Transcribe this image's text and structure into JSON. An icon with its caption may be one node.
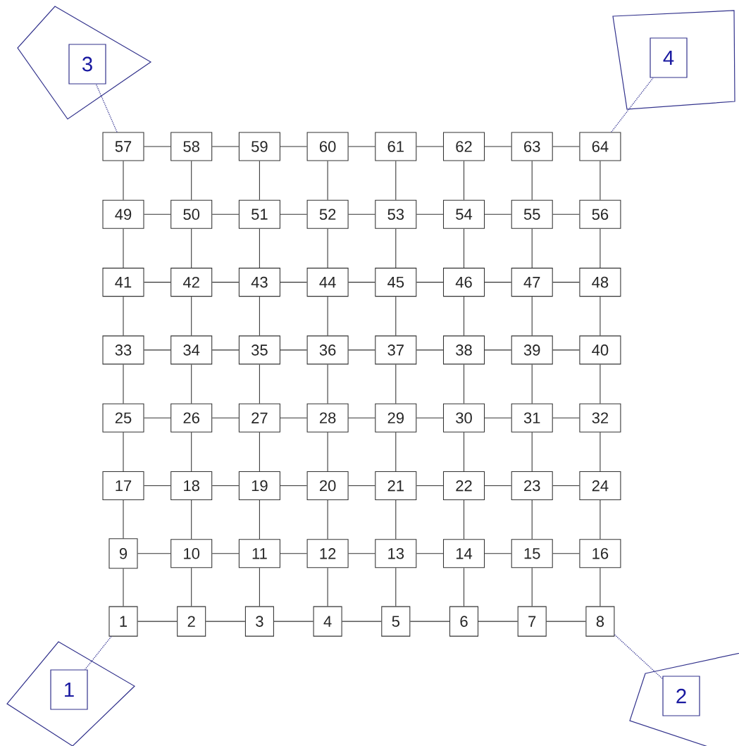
{
  "diagram": {
    "nodes": [
      {
        "text": [],
        "shape": "quadrilateral"
      },
      {
        "text": [
          "3"
        ],
        "in": 0
      },
      {
        "text": [],
        "shape": "quadrilateral"
      },
      {
        "text": [
          "4"
        ],
        "in": 2
      },
      {
        "text": [
          "57"
        ]
      },
      {
        "text": [
          "58"
        ]
      },
      {
        "text": [
          "59"
        ]
      },
      {
        "text": [
          "60"
        ]
      },
      {
        "text": [
          "61"
        ]
      },
      {
        "text": [
          "62"
        ]
      },
      {
        "text": [
          "63"
        ]
      },
      {
        "text": [
          "64"
        ]
      },
      {
        "text": [
          "49"
        ]
      },
      {
        "text": [
          "50"
        ]
      },
      {
        "text": [
          "51"
        ]
      },
      {
        "text": [
          "52"
        ]
      },
      {
        "text": [
          "53"
        ]
      },
      {
        "text": [
          "54"
        ]
      },
      {
        "text": [
          "55"
        ]
      },
      {
        "text": [
          "56"
        ]
      },
      {
        "text": [
          "41"
        ]
      },
      {
        "text": [
          "42"
        ]
      },
      {
        "text": [
          "43"
        ]
      },
      {
        "text": [
          "44"
        ]
      },
      {
        "text": [
          "45"
        ]
      },
      {
        "text": [
          "46"
        ]
      },
      {
        "text": [
          "47"
        ]
      },
      {
        "text": [
          "48"
        ]
      },
      {
        "text": [
          "33"
        ]
      },
      {
        "text": [
          "34"
        ]
      },
      {
        "text": [
          "35"
        ]
      },
      {
        "text": [
          "36"
        ]
      },
      {
        "text": [
          "37"
        ]
      },
      {
        "text": [
          "38"
        ]
      },
      {
        "text": [
          "39"
        ]
      },
      {
        "text": [
          "40"
        ]
      },
      {
        "text": [
          "25"
        ]
      },
      {
        "text": [
          "26"
        ]
      },
      {
        "text": [
          "27"
        ]
      },
      {
        "text": [
          "28"
        ]
      },
      {
        "text": [
          "29"
        ]
      },
      {
        "text": [
          "30"
        ]
      },
      {
        "text": [
          "31"
        ]
      },
      {
        "text": [
          "32"
        ]
      },
      {
        "text": [
          "17"
        ]
      },
      {
        "text": [
          "18"
        ]
      },
      {
        "text": [
          "19"
        ]
      },
      {
        "text": [
          "20"
        ]
      },
      {
        "text": [
          "21"
        ]
      },
      {
        "text": [
          "22"
        ]
      },
      {
        "text": [
          "23"
        ]
      },
      {
        "text": [
          "24"
        ]
      },
      {
        "text": [
          "9"
        ]
      },
      {
        "text": [
          "10"
        ]
      },
      {
        "text": [
          "11"
        ]
      },
      {
        "text": [
          "12"
        ]
      },
      {
        "text": [
          "13"
        ]
      },
      {
        "text": [
          "14"
        ]
      },
      {
        "text": [
          "15"
        ]
      },
      {
        "text": [
          "16"
        ]
      },
      {
        "text": [
          "1"
        ]
      },
      {
        "text": [
          "2"
        ]
      },
      {
        "text": [
          "3"
        ]
      },
      {
        "text": [
          "4"
        ]
      },
      {
        "text": [
          "5"
        ]
      },
      {
        "text": [
          "6"
        ]
      },
      {
        "text": [
          "7"
        ]
      },
      {
        "text": [
          "8"
        ]
      },
      {
        "text": [],
        "shape": "quadrilateral"
      },
      {
        "text": [
          "1"
        ],
        "in": 68
      },
      {
        "text": [],
        "shape": "quadrilateral"
      },
      {
        "text": [
          "2"
        ],
        "in": 70
      }
    ],
    "edges": [
      {
        "from": 4,
        "to": 5,
        "arrow": "none"
      },
      {
        "from": 5,
        "to": 6,
        "arrow": "none"
      },
      {
        "from": 6,
        "to": 7,
        "arrow": "none"
      },
      {
        "from": 7,
        "to": 8,
        "arrow": "none"
      },
      {
        "from": 8,
        "to": 9,
        "arrow": "none"
      },
      {
        "from": 9,
        "to": 10,
        "arrow": "none"
      },
      {
        "from": 10,
        "to": 11,
        "arrow": "none"
      },
      {
        "from": 12,
        "to": 13,
        "arrow": "none"
      },
      {
        "from": 13,
        "to": 14,
        "arrow": "none"
      },
      {
        "from": 14,
        "to": 15,
        "arrow": "none"
      },
      {
        "from": 15,
        "to": 16,
        "arrow": "none"
      },
      {
        "from": 16,
        "to": 17,
        "arrow": "none"
      },
      {
        "from": 17,
        "to": 18,
        "arrow": "none"
      },
      {
        "from": 18,
        "to": 19,
        "arrow": "none"
      },
      {
        "from": 20,
        "to": 21,
        "arrow": "none"
      },
      {
        "from": 21,
        "to": 22,
        "arrow": "none"
      },
      {
        "from": 22,
        "to": 23,
        "arrow": "none"
      },
      {
        "from": 23,
        "to": 24,
        "arrow": "none"
      },
      {
        "from": 24,
        "to": 25,
        "arrow": "none"
      },
      {
        "from": 25,
        "to": 26,
        "arrow": "none"
      },
      {
        "from": 26,
        "to": 27,
        "arrow": "none"
      },
      {
        "from": 28,
        "to": 29,
        "arrow": "none"
      },
      {
        "from": 29,
        "to": 30,
        "arrow": "none"
      },
      {
        "from": 30,
        "to": 31,
        "arrow": "none"
      },
      {
        "from": 31,
        "to": 32,
        "arrow": "none"
      },
      {
        "from": 32,
        "to": 33,
        "arrow": "none"
      },
      {
        "from": 33,
        "to": 34,
        "arrow": "none"
      },
      {
        "from": 34,
        "to": 35,
        "arrow": "none"
      },
      {
        "from": 36,
        "to": 37,
        "arrow": "none"
      },
      {
        "from": 37,
        "to": 38,
        "arrow": "none"
      },
      {
        "from": 38,
        "to": 39,
        "arrow": "none"
      },
      {
        "from": 39,
        "to": 40,
        "arrow": "none"
      },
      {
        "from": 40,
        "to": 41,
        "arrow": "none"
      },
      {
        "from": 41,
        "to": 42,
        "arrow": "none"
      },
      {
        "from": 42,
        "to": 43,
        "arrow": "none"
      },
      {
        "from": 44,
        "to": 45,
        "arrow": "none"
      },
      {
        "from": 45,
        "to": 46,
        "arrow": "none"
      },
      {
        "from": 46,
        "to": 47,
        "arrow": "none"
      },
      {
        "from": 47,
        "to": 48,
        "arrow": "none"
      },
      {
        "from": 48,
        "to": 49,
        "arrow": "none"
      },
      {
        "from": 49,
        "to": 50,
        "arrow": "none"
      },
      {
        "from": 50,
        "to": 51,
        "arrow": "none"
      },
      {
        "from": 52,
        "to": 53,
        "arrow": "none"
      },
      {
        "from": 53,
        "to": 54,
        "arrow": "none"
      },
      {
        "from": 54,
        "to": 55,
        "arrow": "none"
      },
      {
        "from": 55,
        "to": 56,
        "arrow": "none"
      },
      {
        "from": 56,
        "to": 57,
        "arrow": "none"
      },
      {
        "from": 57,
        "to": 58,
        "arrow": "none"
      },
      {
        "from": 58,
        "to": 59,
        "arrow": "none"
      },
      {
        "from": 60,
        "to": 61,
        "arrow": "none"
      },
      {
        "from": 61,
        "to": 62,
        "arrow": "none"
      },
      {
        "from": 62,
        "to": 63,
        "arrow": "none"
      },
      {
        "from": 63,
        "to": 64,
        "arrow": "none"
      },
      {
        "from": 64,
        "to": 65,
        "arrow": "none"
      },
      {
        "from": 65,
        "to": 66,
        "arrow": "none"
      },
      {
        "from": 66,
        "to": 67,
        "arrow": "none"
      },
      {
        "from": 4,
        "to": 12,
        "arrow": "none"
      },
      {
        "from": 5,
        "to": 13,
        "arrow": "none"
      },
      {
        "from": 6,
        "to": 14,
        "arrow": "none"
      },
      {
        "from": 7,
        "to": 15,
        "arrow": "none"
      },
      {
        "from": 8,
        "to": 16,
        "arrow": "none"
      },
      {
        "from": 9,
        "to": 17,
        "arrow": "none"
      },
      {
        "from": 10,
        "to": 18,
        "arrow": "none"
      },
      {
        "from": 11,
        "to": 19,
        "arrow": "none"
      },
      {
        "from": 12,
        "to": 20,
        "arrow": "none"
      },
      {
        "from": 13,
        "to": 21,
        "arrow": "none"
      },
      {
        "from": 14,
        "to": 22,
        "arrow": "none"
      },
      {
        "from": 15,
        "to": 23,
        "arrow": "none"
      },
      {
        "from": 16,
        "to": 24,
        "arrow": "none"
      },
      {
        "from": 17,
        "to": 25,
        "arrow": "none"
      },
      {
        "from": 18,
        "to": 26,
        "arrow": "none"
      },
      {
        "from": 19,
        "to": 27,
        "arrow": "none"
      },
      {
        "from": 20,
        "to": 28,
        "arrow": "none"
      },
      {
        "from": 21,
        "to": 29,
        "arrow": "none"
      },
      {
        "from": 22,
        "to": 30,
        "arrow": "none"
      },
      {
        "from": 23,
        "to": 31,
        "arrow": "none"
      },
      {
        "from": 24,
        "to": 32,
        "arrow": "none"
      },
      {
        "from": 25,
        "to": 33,
        "arrow": "none"
      },
      {
        "from": 26,
        "to": 34,
        "arrow": "none"
      },
      {
        "from": 27,
        "to": 35,
        "arrow": "none"
      },
      {
        "from": 28,
        "to": 36,
        "arrow": "none"
      },
      {
        "from": 29,
        "to": 37,
        "arrow": "none"
      },
      {
        "from": 30,
        "to": 38,
        "arrow": "none"
      },
      {
        "from": 31,
        "to": 39,
        "arrow": "none"
      },
      {
        "from": 32,
        "to": 40,
        "arrow": "none"
      },
      {
        "from": 33,
        "to": 41,
        "arrow": "none"
      },
      {
        "from": 34,
        "to": 42,
        "arrow": "none"
      },
      {
        "from": 35,
        "to": 43,
        "arrow": "none"
      },
      {
        "from": 36,
        "to": 44,
        "arrow": "none"
      },
      {
        "from": 37,
        "to": 45,
        "arrow": "none"
      },
      {
        "from": 38,
        "to": 46,
        "arrow": "none"
      },
      {
        "from": 39,
        "to": 47,
        "arrow": "none"
      },
      {
        "from": 40,
        "to": 48,
        "arrow": "none"
      },
      {
        "from": 41,
        "to": 49,
        "arrow": "none"
      },
      {
        "from": 42,
        "to": 50,
        "arrow": "none"
      },
      {
        "from": 43,
        "to": 51,
        "arrow": "none"
      },
      {
        "from": 44,
        "to": 52,
        "arrow": "none"
      },
      {
        "from": 45,
        "to": 53,
        "arrow": "none"
      },
      {
        "from": 46,
        "to": 54,
        "arrow": "none"
      },
      {
        "from": 47,
        "to": 55,
        "arrow": "none"
      },
      {
        "from": 48,
        "to": 56,
        "arrow": "none"
      },
      {
        "from": 49,
        "to": 57,
        "arrow": "none"
      },
      {
        "from": 50,
        "to": 58,
        "arrow": "none"
      },
      {
        "from": 51,
        "to": 59,
        "arrow": "none"
      },
      {
        "from": 52,
        "to": 60,
        "arrow": "none"
      },
      {
        "from": 53,
        "to": 61,
        "arrow": "none"
      },
      {
        "from": 54,
        "to": 62,
        "arrow": "none"
      },
      {
        "from": 55,
        "to": 63,
        "arrow": "none"
      },
      {
        "from": 56,
        "to": 64,
        "arrow": "none"
      },
      {
        "from": 57,
        "to": 65,
        "arrow": "none"
      },
      {
        "from": 58,
        "to": 66,
        "arrow": "none"
      },
      {
        "from": 59,
        "to": 67,
        "arrow": "none"
      },
      {
        "from": 4,
        "to": 1,
        "arrow": "none",
        "style": "dashed",
        "color": "#3c3c96"
      },
      {
        "from": 11,
        "to": 3,
        "arrow": "none",
        "style": "dashed",
        "color": "#3c3c96"
      },
      {
        "from": 60,
        "to": 69,
        "arrow": "none",
        "style": "dashed",
        "color": "#3c3c96"
      },
      {
        "from": 67,
        "to": 71,
        "arrow": "none",
        "style": "dashed",
        "color": "#3c3c96"
      }
    ]
  }
}
